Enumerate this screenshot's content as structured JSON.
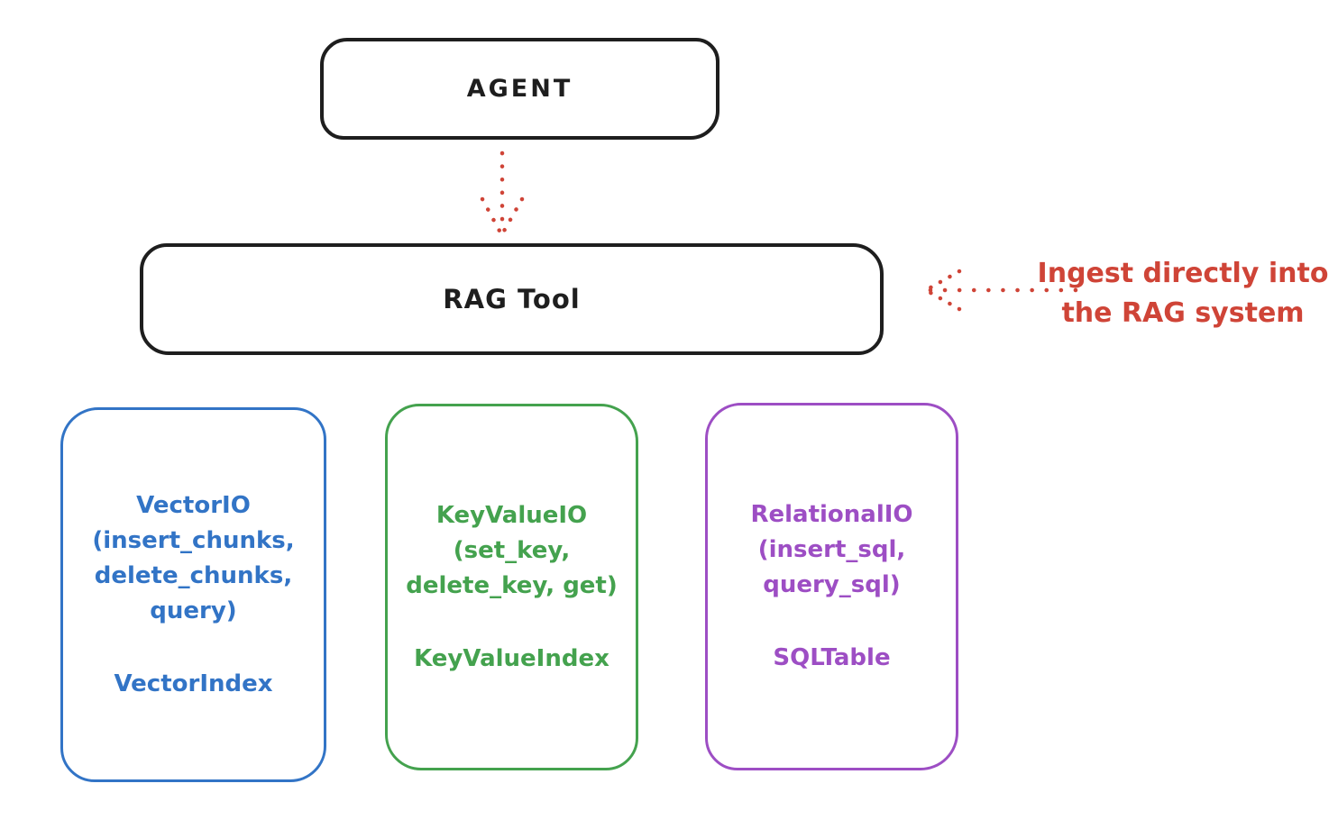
{
  "diagram": {
    "agent": {
      "label": "AGENT"
    },
    "rag_tool": {
      "label": "RAG Tool"
    },
    "annotation": {
      "line1": "Ingest directly into",
      "line2": "the RAG system"
    },
    "backends": [
      {
        "name": "vector",
        "io_lines": [
          "VectorIO",
          "(insert_chunks,",
          "delete_chunks,",
          "query)"
        ],
        "index_label": "VectorIndex",
        "color": "#3274c6"
      },
      {
        "name": "keyvalue",
        "io_lines": [
          "KeyValueIO",
          "(set_key,",
          "delete_key, get)"
        ],
        "index_label": "KeyValueIndex",
        "color": "#44a24e"
      },
      {
        "name": "relational",
        "io_lines": [
          "RelationalIO",
          "(insert_sql,",
          "query_sql)"
        ],
        "index_label": "SQLTable",
        "color": "#9d4ec4"
      }
    ],
    "colors": {
      "stroke": "#1e1e1e",
      "arrow_red": "#cf4437",
      "blue": "#3274c6",
      "green": "#44a24e",
      "purple": "#9d4ec4"
    }
  }
}
